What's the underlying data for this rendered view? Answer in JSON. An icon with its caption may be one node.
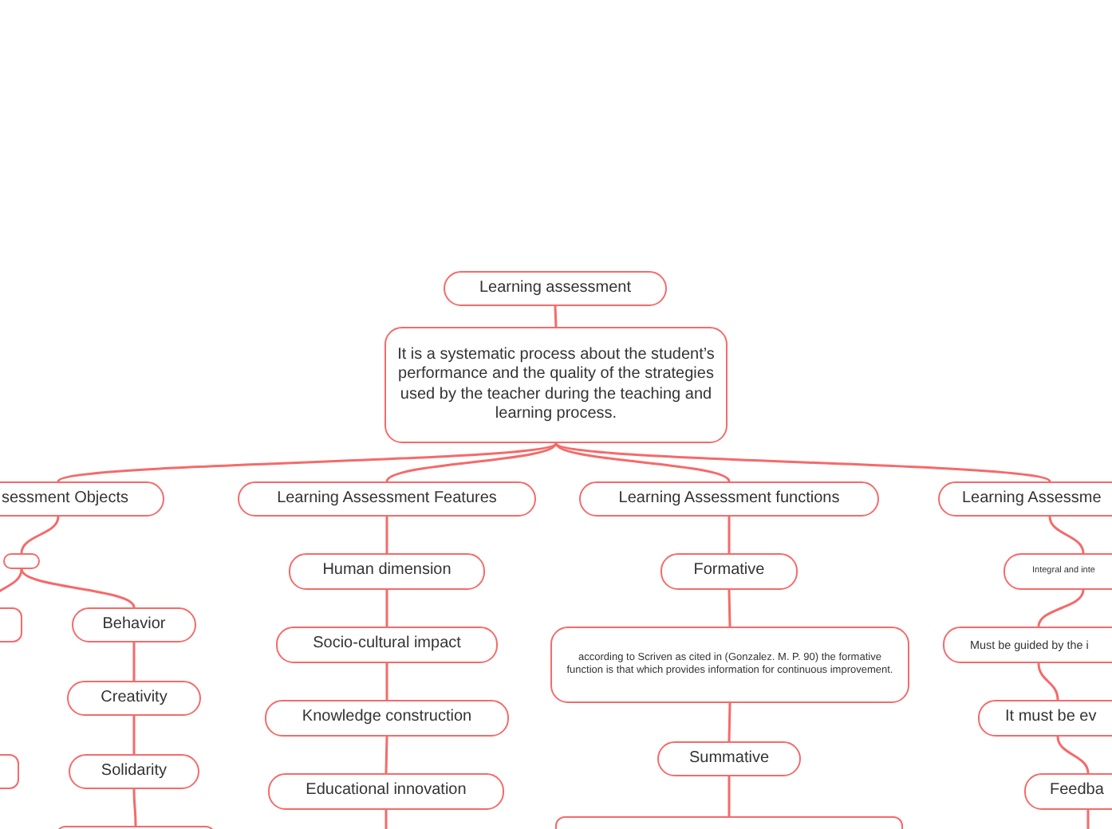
{
  "diagram": {
    "nodes": [
      {
        "text": [
          "Learning assessment"
        ]
      },
      {
        "text": [
          "It is a systematic process about the student’s performance and the quality of the strategies used by the teacher during the teaching and learning process."
        ]
      },
      {
        "text": [
          "sessment Objects"
        ]
      },
      {
        "text": [
          "Learning Assessment Features"
        ]
      },
      {
        "text": [
          "Learning Assessment functions"
        ]
      },
      {
        "text": [
          "Learning Assessme"
        ]
      },
      {
        "text": [],
        "shape": "box"
      },
      {
        "text": [],
        "shape": "box"
      },
      {
        "text": [
          "Behavior"
        ]
      },
      {
        "text": [
          "Human dimension"
        ]
      },
      {
        "text": [
          "Formative"
        ]
      },
      {
        "text": [
          "Integral and inte"
        ]
      },
      {
        "text": [
          "Socio-cultural impact"
        ]
      },
      {
        "text": [
          "according to Scriven as cited in (Gonzalez. M. P. 90) the formative function is that which provides information for continuous improvement."
        ]
      },
      {
        "text": [
          "Must be guided by the i"
        ]
      },
      {
        "text": [
          "Creativity"
        ]
      },
      {
        "text": [
          "Knowledge construction"
        ]
      },
      {
        "text": [
          "It must be ev"
        ]
      },
      {
        "text": [
          "Summative"
        ]
      },
      {
        "text": [],
        "shape": "box"
      },
      {
        "text": [
          "Solidarity"
        ]
      },
      {
        "text": [
          "Educational innovation"
        ]
      },
      {
        "text": [
          "Feedba"
        ]
      },
      {
        "text": [],
        "shape": "box"
      },
      {
        "text": [],
        "shape": "box"
      }
    ],
    "edges": [
      {
        "from": 0,
        "to": 1,
        "arrow": "none"
      },
      {
        "from": 1,
        "to": 2,
        "arrow": "none"
      },
      {
        "from": 1,
        "to": 3,
        "arrow": "none"
      },
      {
        "from": 1,
        "to": 4,
        "arrow": "none"
      },
      {
        "from": 1,
        "to": 5,
        "arrow": "none"
      },
      {
        "from": 2,
        "to": 6,
        "arrow": "none"
      },
      {
        "from": 6,
        "to": 7,
        "arrow": "none"
      },
      {
        "from": 6,
        "to": 8,
        "arrow": "none"
      },
      {
        "from": 8,
        "to": 15,
        "arrow": "none"
      },
      {
        "from": 15,
        "to": 20,
        "arrow": "none"
      },
      {
        "from": 20,
        "to": 24,
        "arrow": "none"
      },
      {
        "from": 3,
        "to": 9,
        "arrow": "none"
      },
      {
        "from": 9,
        "to": 12,
        "arrow": "none"
      },
      {
        "from": 12,
        "to": 16,
        "arrow": "none"
      },
      {
        "from": 16,
        "to": 21,
        "arrow": "none"
      },
      {
        "from": 21,
        "to": null,
        "arrow": "none"
      },
      {
        "from": 4,
        "to": 10,
        "arrow": "none"
      },
      {
        "from": 10,
        "to": 13,
        "arrow": "none"
      },
      {
        "from": 13,
        "to": 18,
        "arrow": "none"
      },
      {
        "from": 18,
        "to": 23,
        "arrow": "none"
      },
      {
        "from": 5,
        "to": 11,
        "arrow": "none"
      },
      {
        "from": 11,
        "to": 14,
        "arrow": "none"
      },
      {
        "from": 14,
        "to": 17,
        "arrow": "none"
      },
      {
        "from": 17,
        "to": 22,
        "arrow": "none"
      },
      {
        "from": 22,
        "to": null,
        "arrow": "none"
      }
    ]
  }
}
